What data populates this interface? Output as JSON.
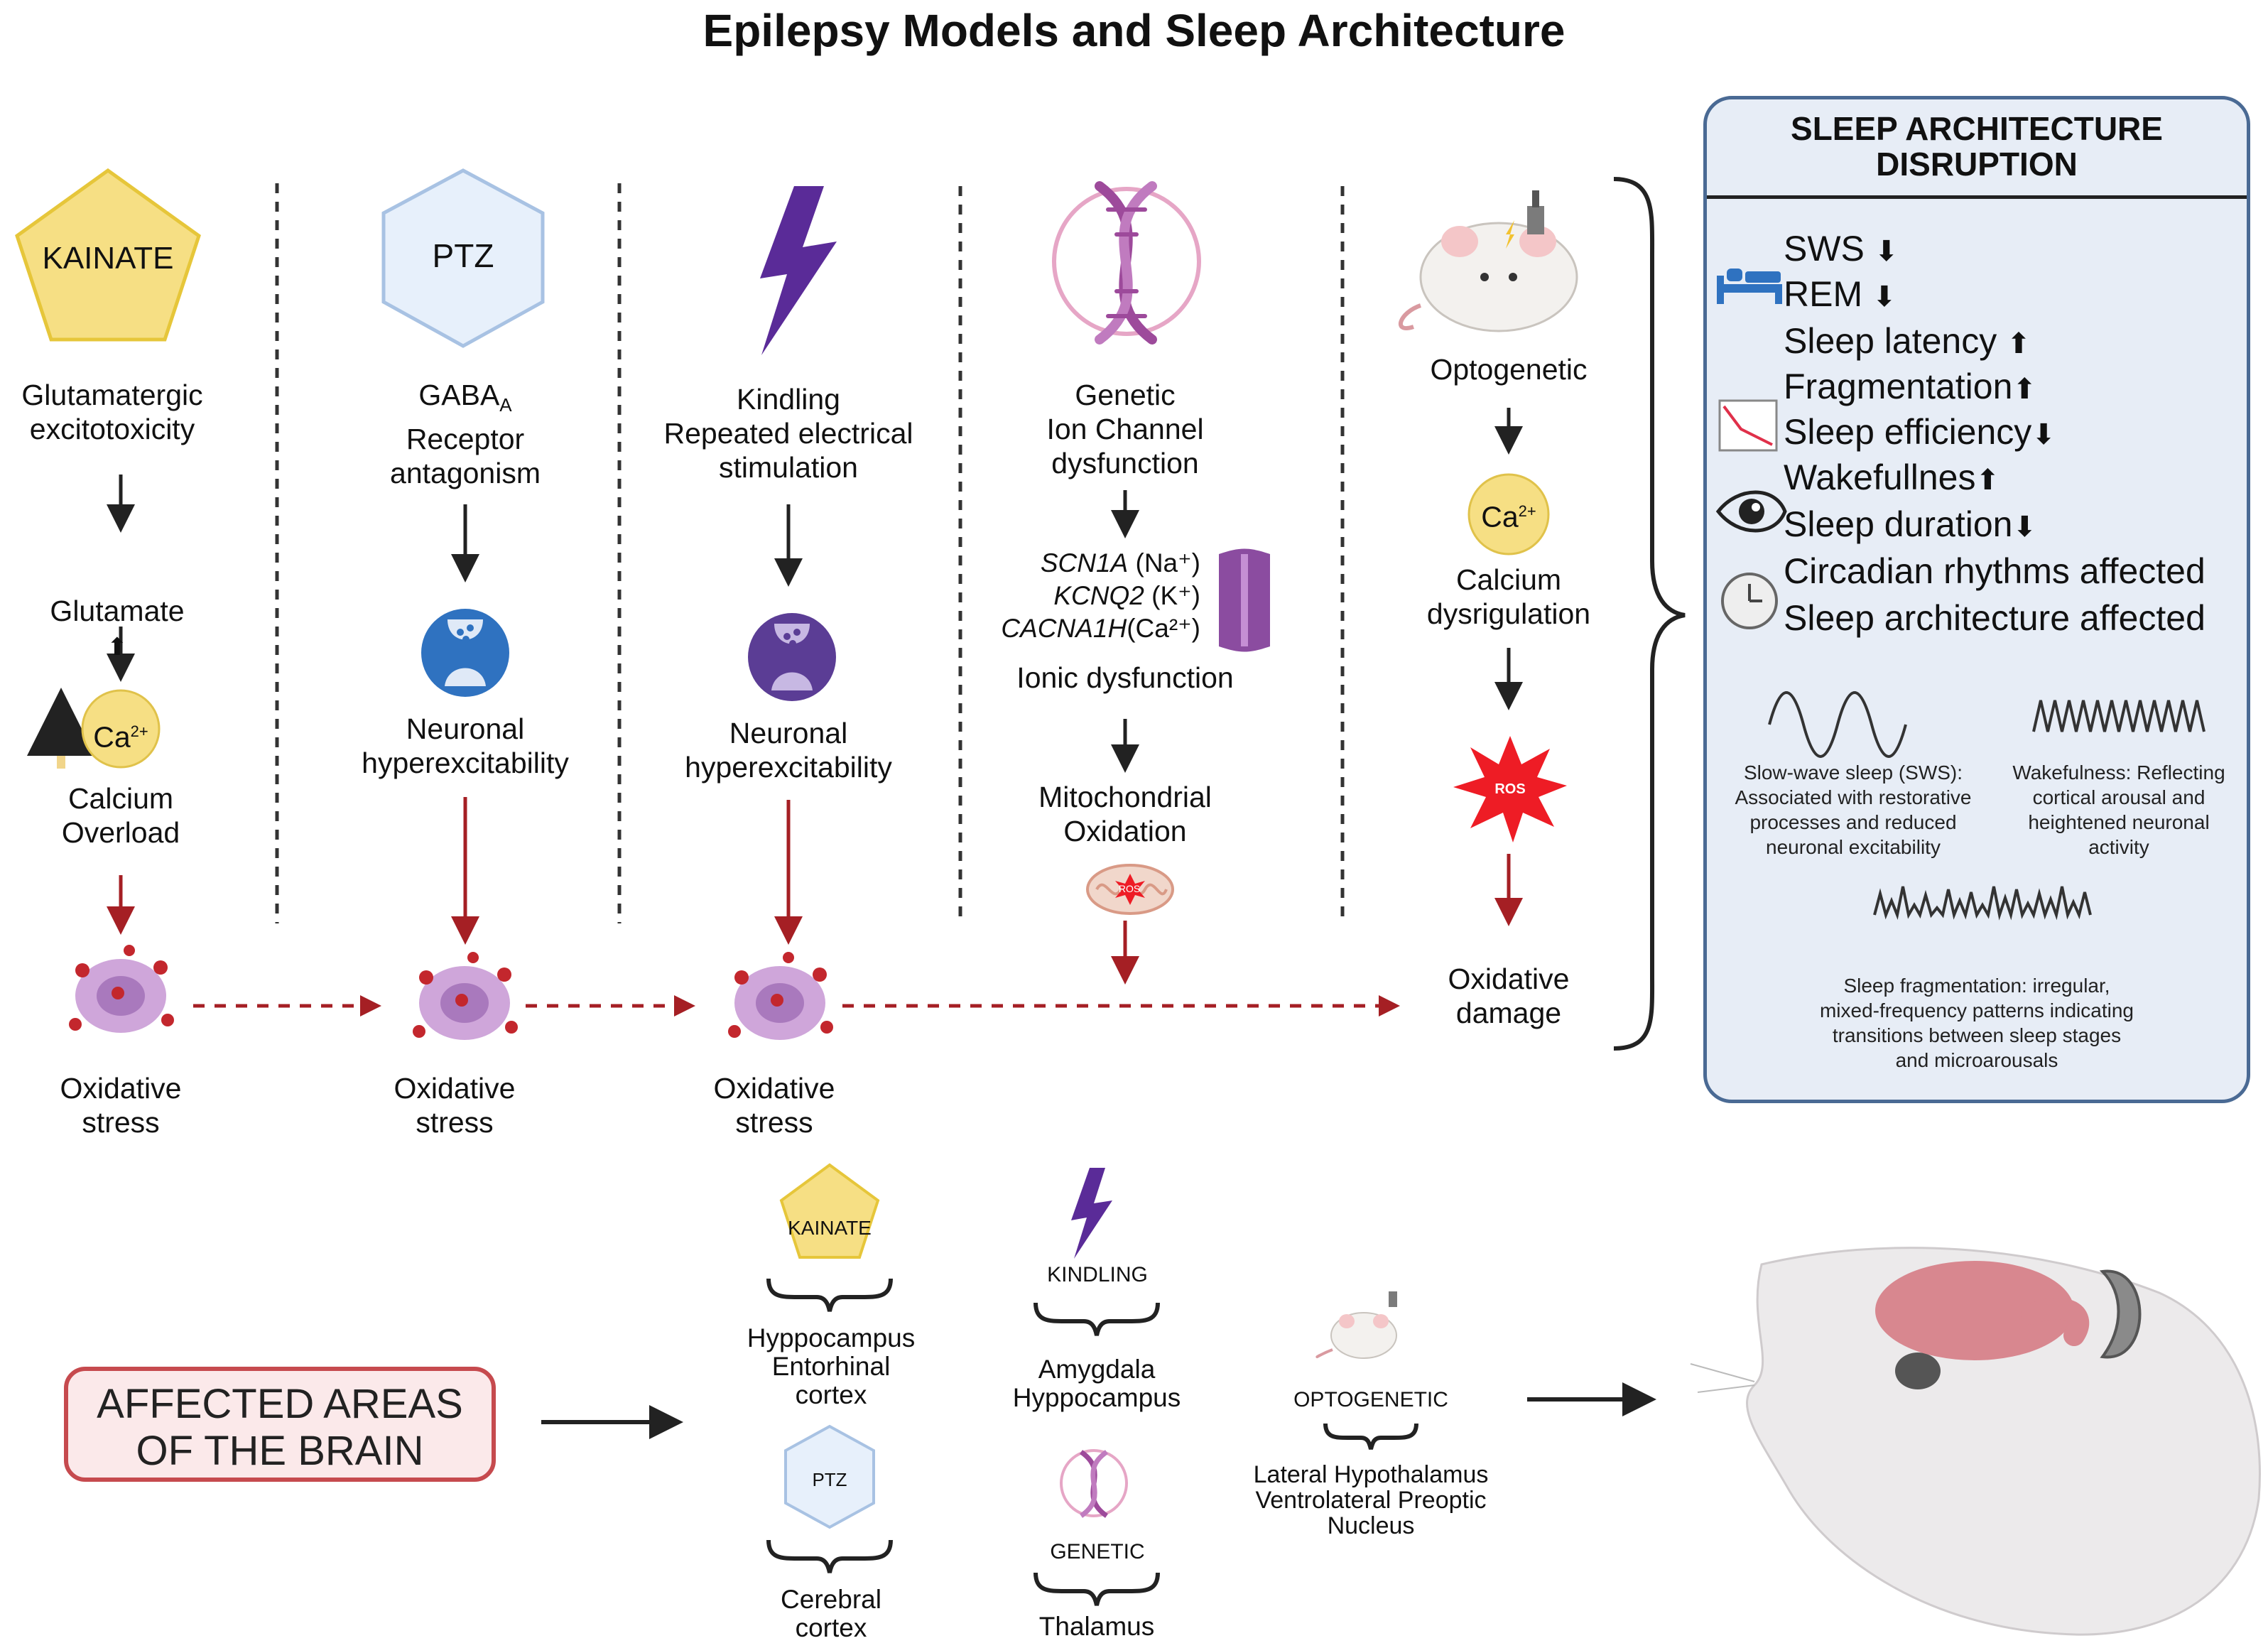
{
  "title": "Epilepsy Models and Sleep Architecture",
  "models": {
    "kainate": {
      "badge": "KAINATE",
      "mechanism": "Glutamatergic\nexcitotoxicity",
      "step1": "Glutamate",
      "ion": "Ca",
      "ion_sup": "2+",
      "step2": "Calcium\nOverload",
      "outcome": "Oxidative\nstress"
    },
    "ptz": {
      "badge": "PTZ",
      "mechanism_main": "GABA",
      "mechanism_sub": "A",
      "mechanism_rest": "Receptor\nantagonism",
      "step1": "Neuronal\nhyperexcitability",
      "outcome": "Oxidative\nstress"
    },
    "kindling": {
      "mechanism": "Kindling\nRepeated electrical\nstimulation",
      "step1": "Neuronal\nhyperexcitability",
      "outcome": "Oxidative\nstress"
    },
    "genetic": {
      "mechanism": "Genetic\nIon Channel\ndysfunction",
      "genes": [
        {
          "name": "SCN1A",
          "ion": "(Na⁺)"
        },
        {
          "name": "KCNQ2",
          "ion": "(K⁺)"
        },
        {
          "name": "CACNA1H",
          "ion": "(Ca²⁺)"
        }
      ],
      "step1": "Ionic dysfunction",
      "step2": "Mitochondrial\nOxidation",
      "mito_badge": "ROS"
    },
    "optogenetic": {
      "mechanism": "Optogenetic",
      "ion": "Ca",
      "ion_sup": "2+",
      "step1": "Calcium\ndysrigulation",
      "ros": "ROS",
      "outcome": "Oxidative\ndamage"
    }
  },
  "panel": {
    "title": "SLEEP ARCHITECTURE\nDISRUPTION",
    "items": [
      {
        "text": "SWS",
        "arrow": "down"
      },
      {
        "text": "REM",
        "arrow": "down"
      },
      {
        "text": "Sleep latency",
        "arrow": "up"
      },
      {
        "text": "Fragmentation",
        "arrow": "up"
      },
      {
        "text": "Sleep efficiency",
        "arrow": "down"
      },
      {
        "text": "Wakefullnes",
        "arrow": "up"
      },
      {
        "text": "Sleep duration",
        "arrow": "down"
      },
      {
        "text": "Circadian rhythms affected",
        "arrow": ""
      },
      {
        "text": "Sleep architecture affected",
        "arrow": ""
      }
    ],
    "wave_sws_caption": "Slow-wave sleep (SWS):\nAssociated with restorative\nprocesses and reduced\nneuronal excitability",
    "wave_wake_caption": "Wakefulness: Reflecting\ncortical arousal and\nheightened neuronal\nactivity",
    "wave_frag_caption": "Sleep fragmentation: irregular,\nmixed-frequency patterns indicating\ntransitions between sleep stages\nand microarousals"
  },
  "brain": {
    "box_label": "AFFECTED AREAS\nOF THE BRAIN",
    "kainate_badge": "KAINATE",
    "kainate_regions": "Hyppocampus\nEntorhinal\ncortex",
    "ptz_badge": "PTZ",
    "ptz_regions": "Cerebral\ncortex",
    "kindling_label": "KINDLING",
    "kindling_regions": "Amygdala\nHyppocampus",
    "genetic_label": "GENETIC",
    "genetic_regions": "Thalamus",
    "optogenetic_label": "OPTOGENETIC",
    "optogenetic_regions": "Lateral Hypothalamus\nVentrolateral Preoptic\nNucleus"
  },
  "colors": {
    "arrow_black": "#222222",
    "arrow_red": "#a51f24",
    "kainate": "#f6df84",
    "ptz": "#e7f0fb",
    "kindling": "#5a2b98",
    "genetic": "#a85aa6",
    "ros": "#ee1c25",
    "panel_border": "#4a6a94",
    "panel_fill": "#e7edf6",
    "brain_box": "#c64a4e"
  }
}
